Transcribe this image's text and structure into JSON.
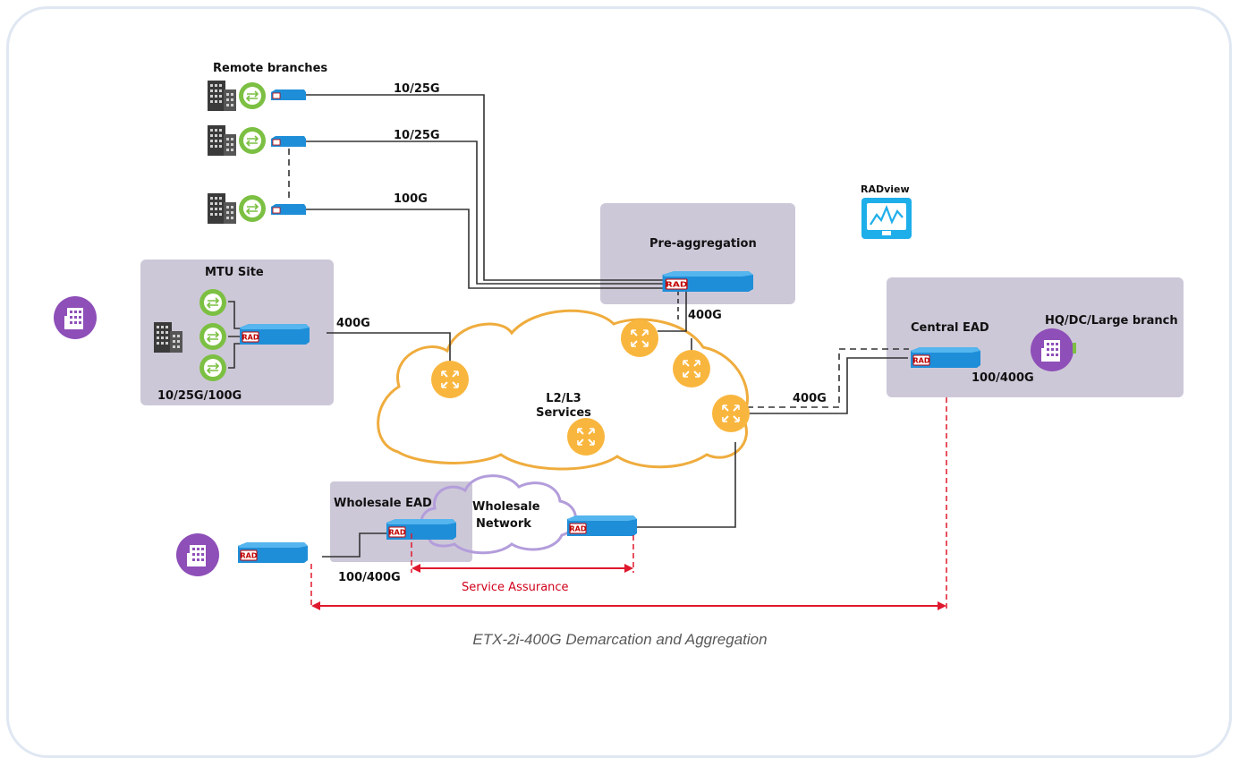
{
  "labels": {
    "remote_branches": "Remote branches",
    "link_1": "10/25G",
    "link_2": "10/25G",
    "link_3": "100G",
    "radview": "RADview",
    "pre_aggregation": "Pre-aggregation",
    "mtu_site": "MTU Site",
    "mtu_rate": "10/25G/100G",
    "mtu_uplink": "400G",
    "pre_agg_uplink": "400G",
    "cloud_line1": "L2/L3",
    "cloud_line2": "Services",
    "central_ead": "Central EAD",
    "hq": "HQ/DC/Large branch",
    "central_uplink": "400G",
    "central_rate": "100/400G",
    "wholesale_ead": "Wholesale EAD",
    "wholesale_net_line1": "Wholesale",
    "wholesale_net_line2": "Network",
    "wholesale_rate": "100/400G",
    "service_assurance": "Service Assurance",
    "caption": "ETX-2i-400G Demarcation and Aggregation"
  },
  "device_badge": "RAD",
  "colors": {
    "site_box": "#cdc8d8",
    "router": "#f9b63e",
    "device": "#1f8ed8",
    "building": "#8e4fb8",
    "cloud_stroke": "#efac3d",
    "wholesale_cloud": "#b39ddb",
    "assurance": "#e0182d"
  },
  "icons": [
    "office-building-icon",
    "switch-icon",
    "router-icon",
    "rad-device-icon",
    "radview-monitor-icon",
    "enterprise-building-icon"
  ]
}
